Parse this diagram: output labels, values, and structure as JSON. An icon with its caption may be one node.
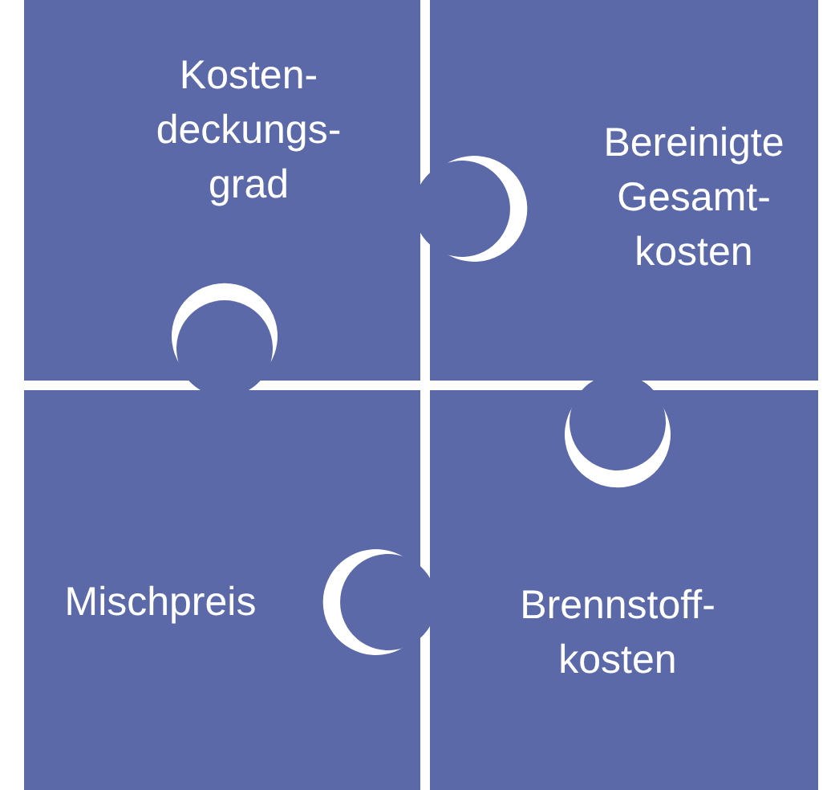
{
  "diagram": {
    "nodes": [
      {
        "text": [
          "Kosten- deckungs- grad"
        ]
      },
      {
        "text": [
          "Bereinigte Gesamt- kosten"
        ]
      },
      {
        "text": [
          "Mischpreis"
        ]
      },
      {
        "text": [
          "Brennstoff- kosten"
        ]
      }
    ]
  }
}
